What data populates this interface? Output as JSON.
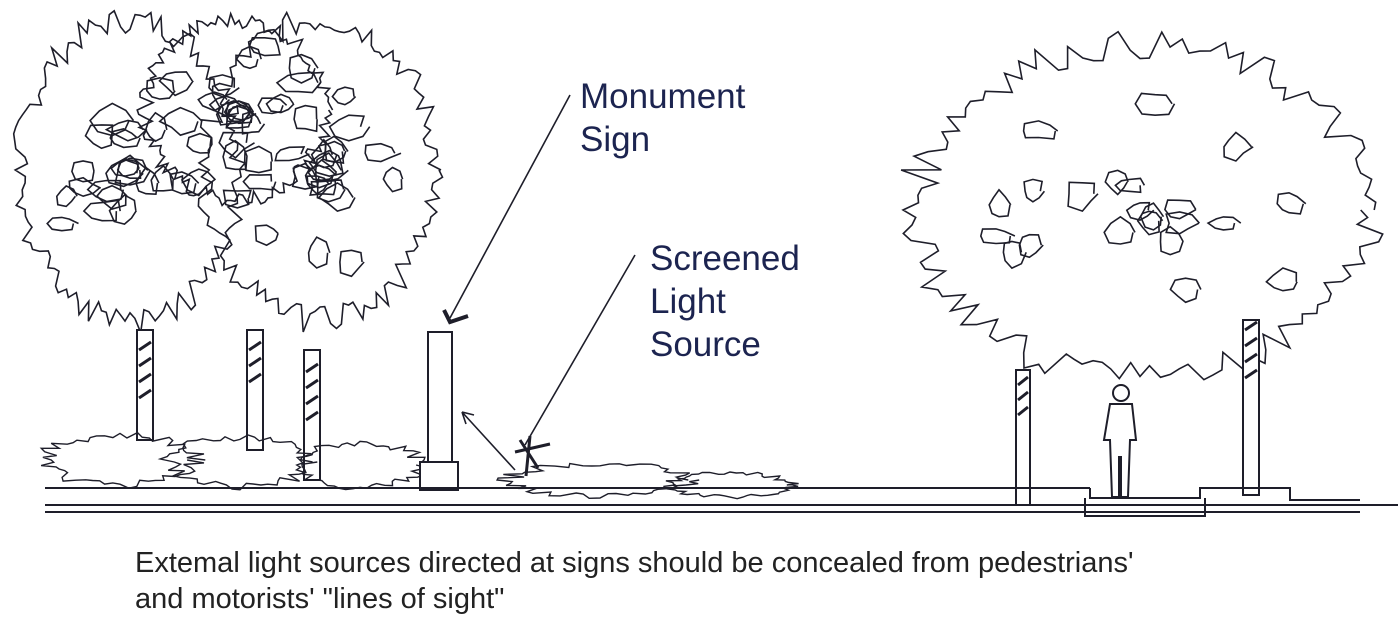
{
  "labels": {
    "monument_sign": [
      "Monument",
      "Sign"
    ],
    "screened_light": [
      "Screened",
      "Light",
      "Source"
    ]
  },
  "caption": {
    "line1": "Extemal light sources directed at signs should be concealed from pedestrians'",
    "line2": "and motorists' \"lines of sight\""
  },
  "colors": {
    "ink": "#1e1e2a",
    "label": "#1c2450"
  }
}
